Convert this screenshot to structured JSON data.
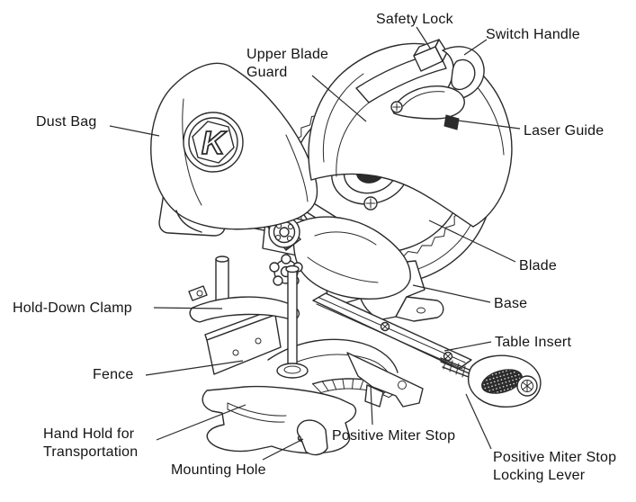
{
  "figure": {
    "background": "#ffffff",
    "line_color": "#2b2b2b",
    "text_color": "#141414",
    "logo_letter": "K"
  },
  "labels": {
    "safety_lock": "Safety Lock",
    "switch_handle": "Switch Handle",
    "upper_blade_guard": "Upper Blade\nGuard",
    "dust_bag": "Dust Bag",
    "laser_guide": "Laser Guide",
    "blade": "Blade",
    "base": "Base",
    "hold_down_clamp": "Hold-Down Clamp",
    "table_insert": "Table Insert",
    "fence": "Fence",
    "hand_hold": "Hand Hold for\nTransportation",
    "positive_miter_stop": "Positive Miter Stop",
    "mounting_hole": "Mounting Hole",
    "pms_locking_lever": "Positive Miter Stop\nLocking Lever"
  }
}
